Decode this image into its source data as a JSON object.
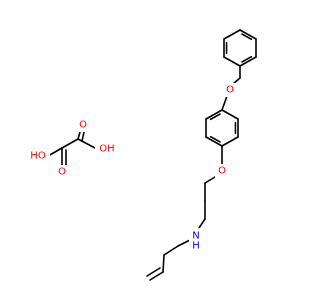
{
  "diagram": {
    "colors": {
      "background": "#ffffff",
      "bond": "#000000",
      "oxygen": "#ff0000",
      "nitrogen": "#0000ff"
    },
    "atom_labels": {
      "benzyl_ether_o": "O",
      "propyl_ether_o": "O",
      "amine_n": "N",
      "amine_h": "H",
      "oxalic_oh_left": "HO",
      "oxalic_o_bottom": "O",
      "oxalic_o_top": "O",
      "oxalic_oh_right": "OH"
    }
  }
}
